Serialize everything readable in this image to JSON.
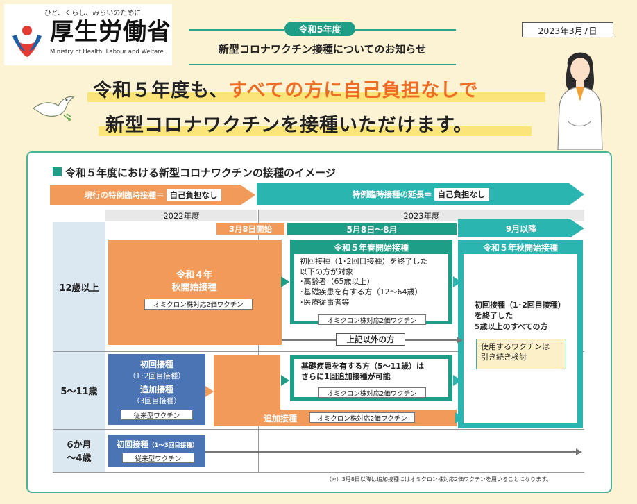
{
  "header": {
    "logo_tagline": "ひと、くらし、みらいのために",
    "logo_name": "厚生労働省",
    "logo_english": "Ministry of Health, Labour and Welfare",
    "year_badge": "令和5年度",
    "title": "新型コロナワクチン接種についてのお知らせ",
    "date": "2023年3月7日"
  },
  "headline": {
    "line1_a": "令和５年度も、",
    "line1_b": "すべての方に自己負担なしで",
    "line2": "新型コロナワクチンを接種いただけます。"
  },
  "panel": {
    "title": "令和５年度における新型コロナワクチンの接種のイメージ",
    "phase_current_label": "現行の特例臨時接種＝",
    "phase_current_value": "自己負担なし",
    "phase_ext_label": "特例臨時接種の延長＝",
    "phase_ext_value": "自己負担なし",
    "years": [
      "2022年度",
      "2023年度"
    ],
    "periods": [
      "3月8日開始",
      "5月8日～8月",
      "9月以降"
    ],
    "ages": [
      "12歳以上",
      "5～11歳",
      "6か月\n～4歳"
    ],
    "autumn2022_title": "令和４年\n秋開始接種",
    "bivalent": "オミクロン株対応2価ワクチン",
    "spring_title": "令和５年春開始接種",
    "spring_text": "初回接種（1･2回目接種）を終了した\n以下の方が対象\n･高齢者（65歳以上）\n･基礎疾患を有する方（12～64歳）\n･医療従事者等",
    "others": "上記以外の方",
    "child_initial": "初回接種",
    "child_initial_sub": "（1･2回目接種）",
    "child_booster": "追加接種",
    "child_booster_sub": "（3回目接種）",
    "conventional": "従来型ワクチン",
    "child_spring_text": "基礎疾患を有する方（5～11歳）は\nさらに1回追加接種が可能",
    "booster_label": "追加接種",
    "autumn2023_title": "令和５年秋開始接種",
    "autumn2023_text": "初回接種（1･2回目接種）\nを終了した\n5歳以上のすべての方",
    "vaccine_tbd": "使用するワクチンは\n引き続き検討",
    "infant_initial": "初回接種",
    "infant_initial_sub": "（1～3回目接種）",
    "footnote": "（※）3月8日以降は追加接種にはオミクロン株対応2価ワクチンを用いることになります。"
  },
  "colors": {
    "green": "#1f9e87",
    "orange": "#f19a5a",
    "teal": "#2bb5b0",
    "blue": "#4b74b4",
    "accent_text": "#ef6c25"
  }
}
